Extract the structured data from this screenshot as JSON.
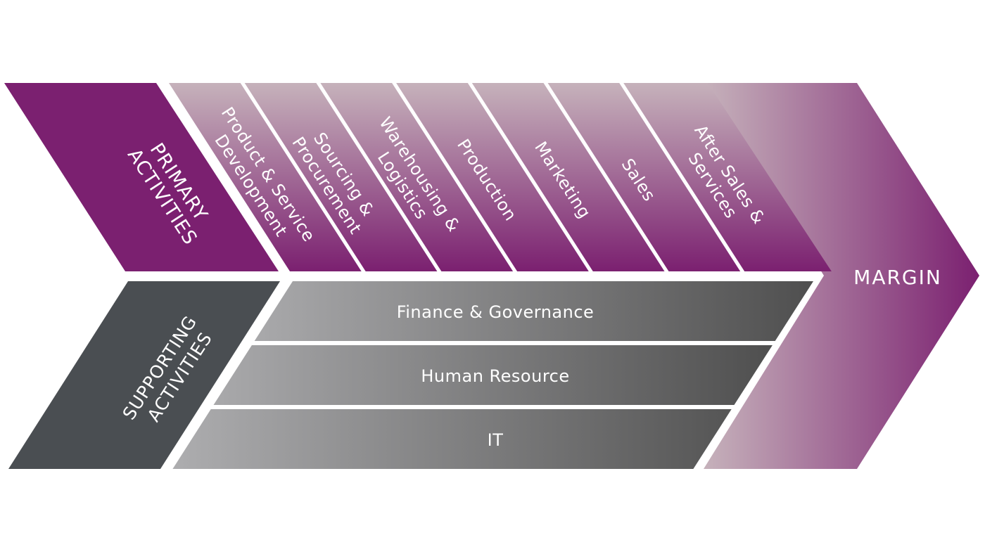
{
  "diagram": {
    "primary_heading": [
      "PRIMARY",
      "ACTIVITIES"
    ],
    "supporting_heading": [
      "SUPPORTING",
      "ACTIVITIES"
    ],
    "primary_activities": [
      {
        "label": [
          "Product & Service",
          "Development"
        ]
      },
      {
        "label": [
          "Sourcing &",
          "Procurement"
        ]
      },
      {
        "label": [
          "Warehousing &",
          "Logistics"
        ]
      },
      {
        "label": [
          "Production"
        ]
      },
      {
        "label": [
          "Marketing"
        ]
      },
      {
        "label": [
          "Sales"
        ]
      },
      {
        "label": [
          "After Sales &",
          "Services"
        ]
      }
    ],
    "supporting_activities": [
      {
        "label": "Finance & Governance"
      },
      {
        "label": "Human Resource"
      },
      {
        "label": "IT"
      }
    ],
    "margin_label": "MARGIN"
  },
  "colors": {
    "primary_purple": "#7b2070",
    "light_mauve": "#c6b2bb",
    "dark_grey": "#4a4e52",
    "light_grey": "#a9a9ab",
    "mid_grey": "#4f4f4f",
    "text": "#ffffff"
  }
}
